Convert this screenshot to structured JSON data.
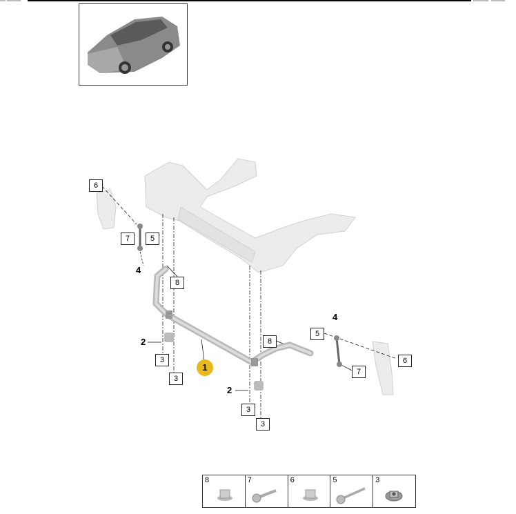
{
  "callouts": {
    "c6a": "6",
    "c7a": "7",
    "c5a": "5",
    "c4a": "4",
    "c8a": "8",
    "c2a": "2",
    "c3a": "3",
    "c3b": "3",
    "c1": "1",
    "c8b": "8",
    "c4b": "4",
    "c5b": "5",
    "c6b": "6",
    "c7b": "7",
    "c2b": "2",
    "c3c": "3",
    "c3d": "3"
  },
  "accent_color": "#e8b91c",
  "parts_table": [
    {
      "number": "8",
      "icon": "flange-nut-icon"
    },
    {
      "number": "7",
      "icon": "bolt-icon"
    },
    {
      "number": "6",
      "icon": "flange-nut-icon"
    },
    {
      "number": "5",
      "icon": "long-bolt-icon"
    },
    {
      "number": "3",
      "icon": "square-nut-icon"
    }
  ]
}
